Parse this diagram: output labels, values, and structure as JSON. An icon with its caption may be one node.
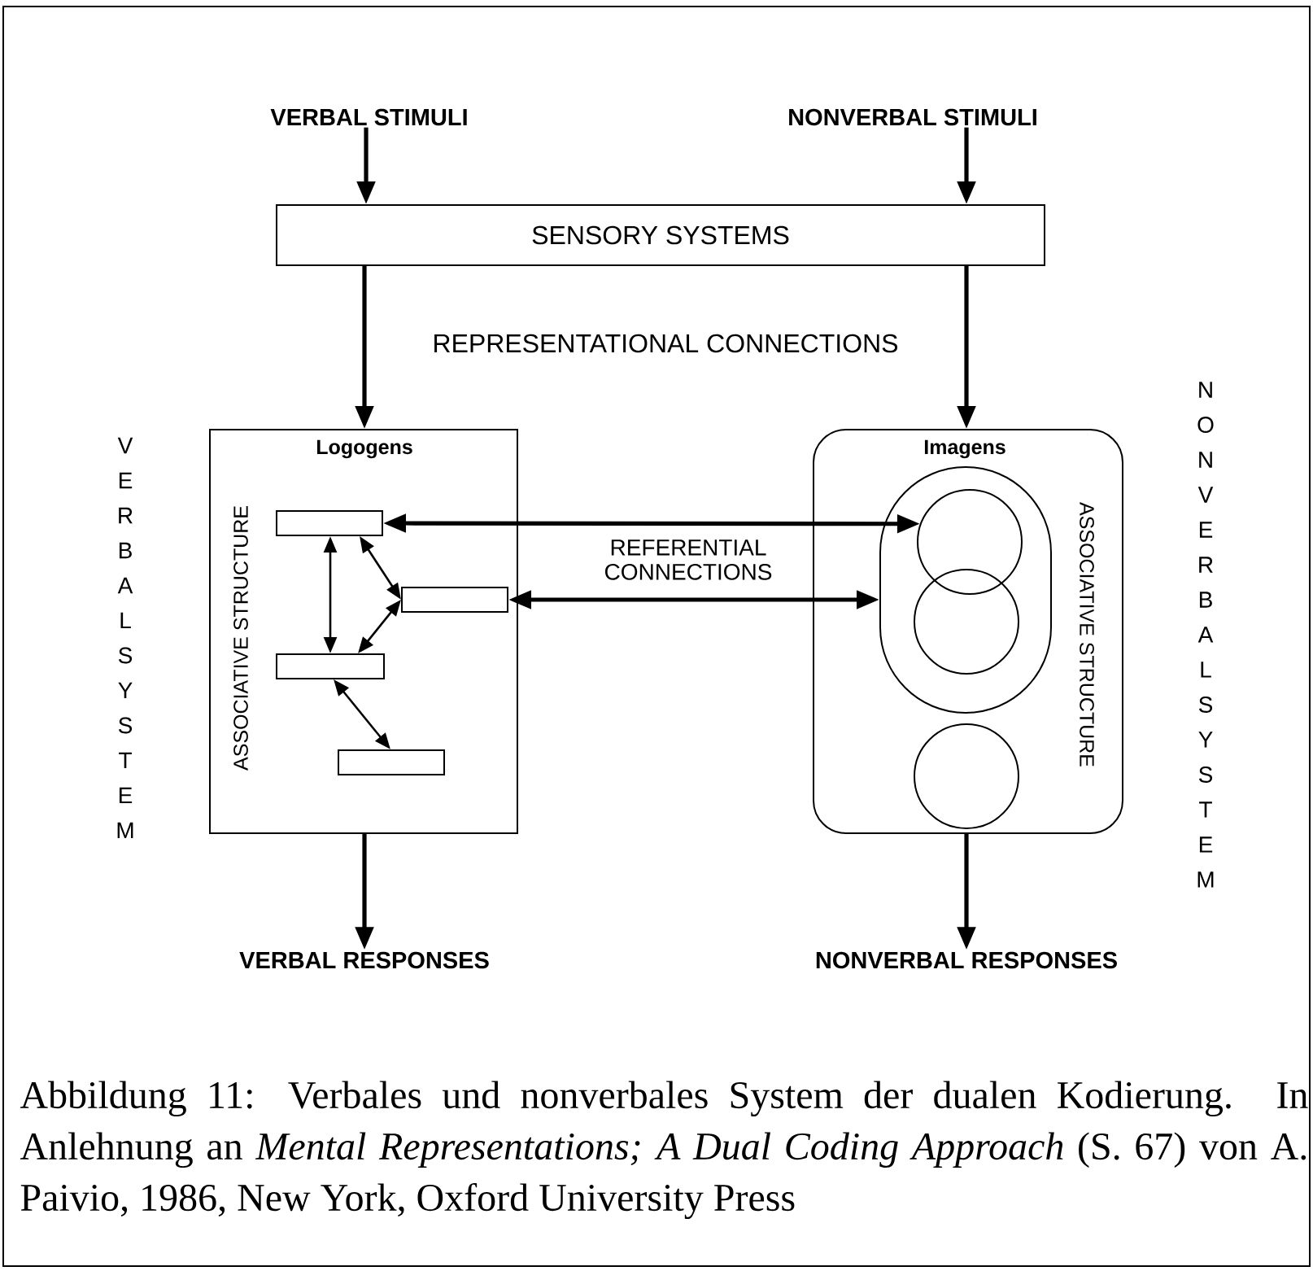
{
  "diagram": {
    "caption": "Abbildung 11: Verbales und nonverbales System der dualen Kodierung. In Anlehnung an *Mental Representations; A Dual Coding Approach* (S. 67) von A. Paivio, 1986, New York, Oxford University Press",
    "nodes": [
      {
        "text": [
          "VERBAL STIMULI"
        ]
      },
      {
        "text": [
          "NONVERBAL STIMULI"
        ]
      },
      {
        "text": [
          "SENSORY SYSTEMS"
        ]
      },
      {
        "text": [
          "Logogens",
          "ASSOCIATIVE STRUCTURE"
        ]
      },
      {
        "text": [],
        "shape": "box",
        "in": 3
      },
      {
        "text": [],
        "shape": "box",
        "in": 3
      },
      {
        "text": [],
        "shape": "box",
        "in": 3
      },
      {
        "text": [],
        "shape": "box",
        "in": 3
      },
      {
        "text": [
          "Imagens",
          "ASSOCIATIVE STRUCTURE"
        ]
      },
      {
        "text": [],
        "shape": "oval",
        "in": 8
      },
      {
        "text": [],
        "shape": "circle",
        "in": 9
      },
      {
        "text": [],
        "shape": "circle",
        "in": 9
      },
      {
        "text": [],
        "shape": "circle",
        "in": 8
      },
      {
        "text": [
          "VERBAL RESPONSES"
        ]
      },
      {
        "text": [
          "NONVERBAL RESPONSES"
        ]
      }
    ],
    "edges": [
      {
        "from": 0,
        "to": 2,
        "arrow": "to"
      },
      {
        "from": 1,
        "to": 2,
        "arrow": "to"
      },
      {
        "from": 2,
        "to": 3,
        "arrow": "to"
      },
      {
        "from": 2,
        "to": 8,
        "arrow": "to"
      },
      {
        "from": 4,
        "to": 10,
        "arrow": "both"
      },
      {
        "from": 5,
        "to": 9,
        "arrow": "both"
      },
      {
        "from": 4,
        "to": 6,
        "arrow": "both"
      },
      {
        "from": 4,
        "to": 5,
        "arrow": "both"
      },
      {
        "from": 5,
        "to": 6,
        "arrow": "both"
      },
      {
        "from": 6,
        "to": 7,
        "arrow": "both"
      },
      {
        "from": 3,
        "to": 13,
        "arrow": "to"
      },
      {
        "from": 8,
        "to": 14,
        "arrow": "to"
      }
    ],
    "labels": [
      "REPRESENTATIONAL CONNECTIONS",
      "REFERENTIAL CONNECTIONS",
      "V E R B A L S Y S T E M",
      "N O N V E R B A L S Y S T E M"
    ]
  }
}
